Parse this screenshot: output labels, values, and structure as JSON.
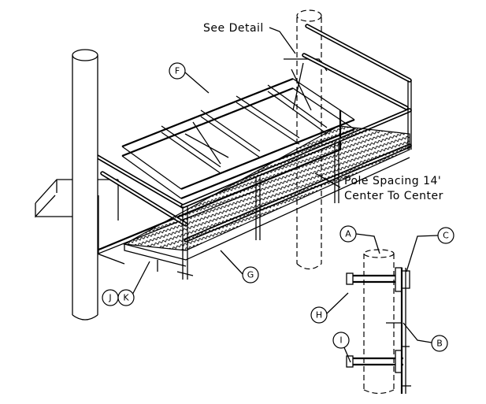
{
  "notes": {
    "see_detail": "See Detail",
    "pole_spacing_line1": "Pole Spacing 14'",
    "pole_spacing_line2": "Center To Center"
  },
  "callouts": {
    "F": "F",
    "G": "G",
    "J": "J",
    "K": "K",
    "A": "A",
    "B": "B",
    "C": "C",
    "H": "H",
    "I": "I"
  }
}
